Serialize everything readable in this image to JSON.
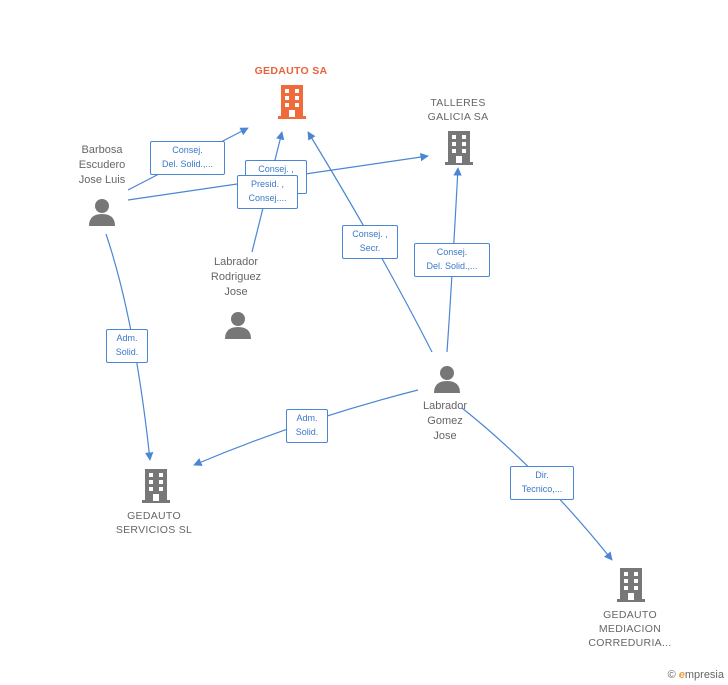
{
  "colors": {
    "edge": "#4a86d4",
    "focus": "#f06a3c",
    "company": "#777777",
    "person": "#777777"
  },
  "nodes": {
    "gedauto_sa": {
      "label": "GEDAUTO SA",
      "type": "company",
      "icon": "building-icon"
    },
    "talleres_galicia": {
      "label": "TALLERES\nGALICIA SA",
      "type": "company",
      "icon": "building-icon"
    },
    "barbosa": {
      "label": "Barbosa\nEscudero\nJose Luis",
      "type": "person",
      "icon": "person-icon"
    },
    "labrador_rodriguez": {
      "label": "Labrador\nRodriguez\nJose",
      "type": "person",
      "icon": "person-icon"
    },
    "labrador_gomez": {
      "label": "Labrador\nGomez\nJose",
      "type": "person",
      "icon": "person-icon"
    },
    "gedauto_servicios": {
      "label": "GEDAUTO\nSERVICIOS SL",
      "type": "company",
      "icon": "building-icon"
    },
    "gedauto_mediacion": {
      "label": "GEDAUTO\nMEDIACION\nCORREDURIA...",
      "type": "company",
      "icon": "building-icon"
    }
  },
  "edges": [
    {
      "label": "Consej.\nDel. Solid.,..."
    },
    {
      "label": "Consej. ,\nVicepr..."
    },
    {
      "label": "Presid. ,\nConsej...."
    },
    {
      "label": "Consej. ,\nSecr."
    },
    {
      "label": "Consej.\nDel. Solid.,..."
    },
    {
      "label": "Adm.\nSolid."
    },
    {
      "label": "Adm.\nSolid."
    },
    {
      "label": "Dir.\nTecnico,..."
    }
  ],
  "brand": {
    "copyright": "©",
    "name": "mpresia",
    "initial": "e"
  }
}
